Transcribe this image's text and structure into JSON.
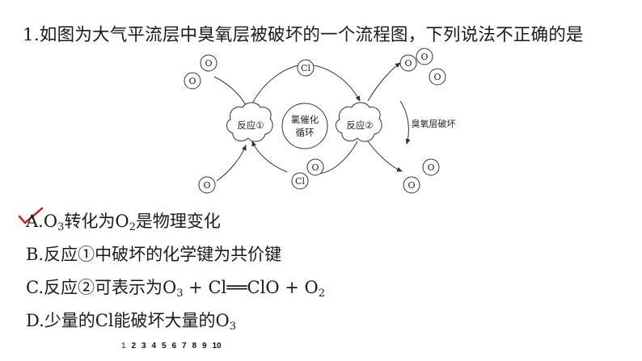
{
  "question": {
    "text": "1.如图为大气平流层中臭氧层被破坏的一个流程图，下列说法不正确的是"
  },
  "diagram": {
    "atom_o": "O",
    "atom_cl": "Cl",
    "reaction1": "反应①",
    "reaction2": "反应②",
    "center_line1": "氯催化",
    "center_line2": "循环",
    "side_label": "臭氧层破坏"
  },
  "options": [
    {
      "letter": "A.",
      "parts": [
        "O",
        "3",
        "转化为O",
        "2",
        "是物理变化"
      ]
    },
    {
      "letter": "B.",
      "text": "反应①中破坏的化学键为共价键"
    },
    {
      "letter": "C.",
      "parts": [
        "反应②可表示为O",
        "3",
        " + Cl",
        "══",
        "ClO + O",
        "2"
      ]
    },
    {
      "letter": "D.",
      "parts": [
        "少量的Cl能破坏大量的O",
        "3"
      ]
    }
  ],
  "pager": {
    "pages": [
      "1",
      "2",
      "3",
      "4",
      "5",
      "6",
      "7",
      "8",
      "9",
      "10"
    ],
    "current": "1"
  },
  "colors": {
    "check": "#c0282b",
    "current_page": "#2f6fbf"
  }
}
